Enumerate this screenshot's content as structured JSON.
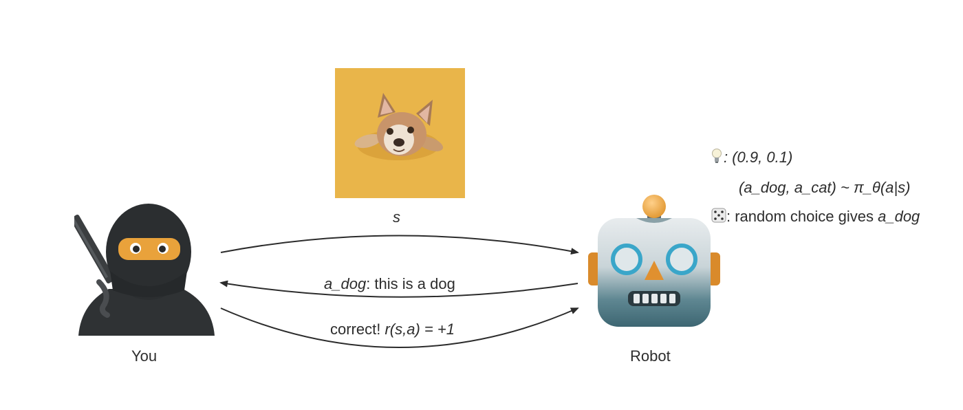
{
  "state_label": "s",
  "you_label": "You",
  "robot_label": "Robot",
  "action_arrow": {
    "action_name": "a_dog",
    "text": ": this is a dog"
  },
  "reward_arrow": {
    "prefix": "correct! ",
    "reward": "r(s,a) = +1"
  },
  "annotations": {
    "probs": ": (0.9, 0.1)",
    "policy": "(a_dog, a_cat) ~ π_θ(a|s)",
    "choice_text": ": random choice gives ",
    "choice_action": "a_dog"
  },
  "icons": [
    "ninja-emoji-icon",
    "robot-emoji-icon",
    "dog-photo",
    "lightbulb-icon",
    "dice-icon"
  ],
  "colors": {
    "photo_background": "#e9b54a",
    "arrow": "#2b2b2b"
  }
}
